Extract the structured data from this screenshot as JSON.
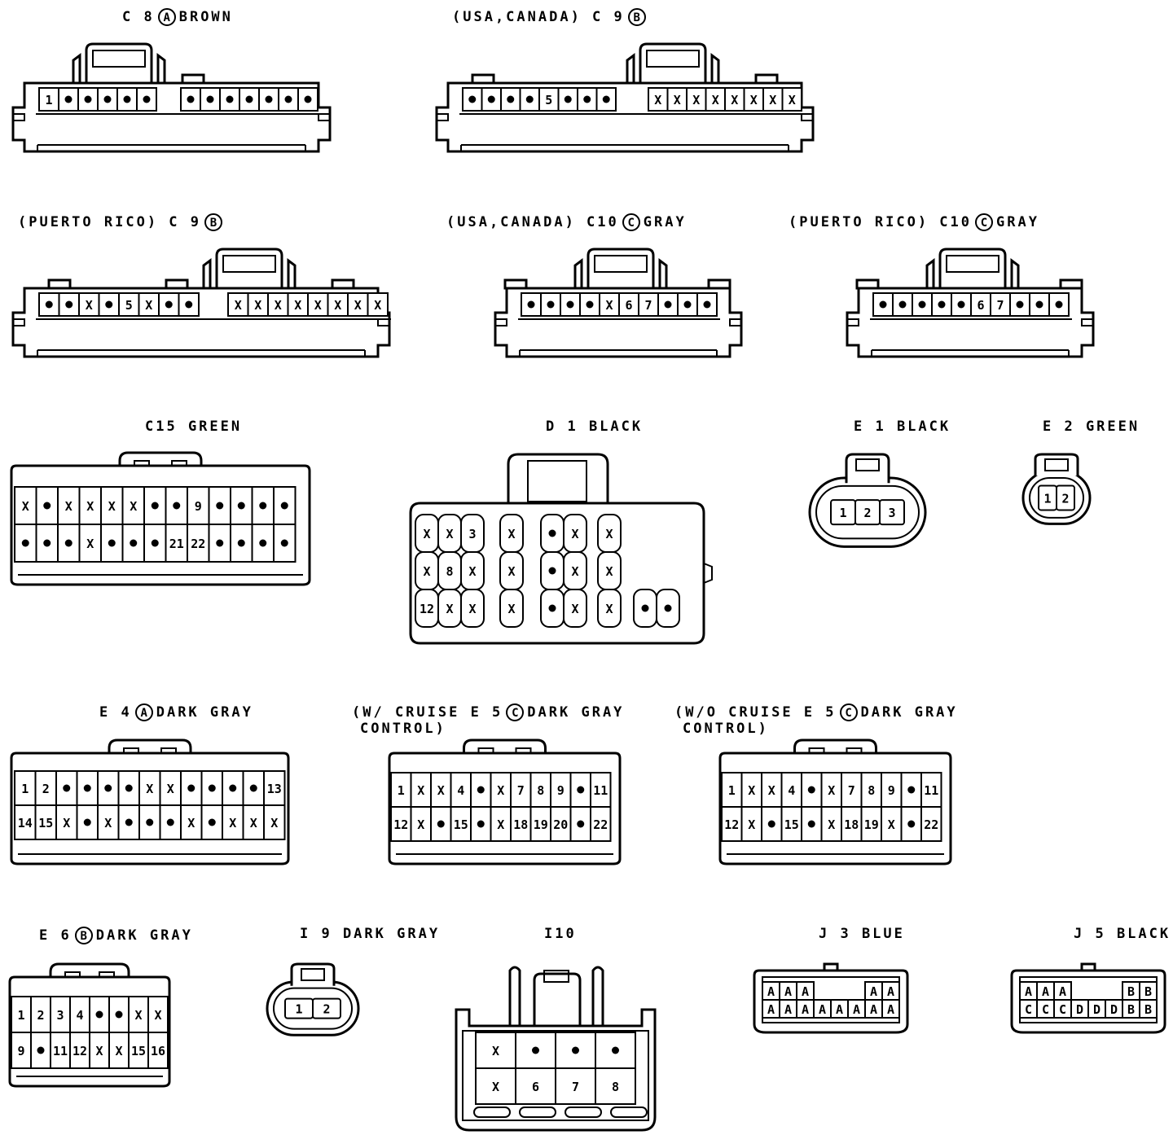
{
  "connectors": [
    {
      "id": "c8a",
      "title": "C 8 (A) BROWN",
      "tpre": "C 8",
      "tcirc": "A",
      "tpost": "BROWN",
      "rows": [
        [
          "1",
          "●",
          "●",
          "●",
          "●",
          "●",
          "",
          "●",
          "●",
          "●",
          "●",
          "●",
          "●",
          "●"
        ]
      ]
    },
    {
      "id": "c9b_usa",
      "title": "(USA,CANADA) C 9 (B)",
      "tpre": "(USA,CANADA) C 9",
      "tcirc": "B",
      "tpost": "",
      "rows": [
        [
          "●",
          "●",
          "●",
          "●",
          "5",
          "●",
          "●",
          "●",
          "",
          "X",
          "X",
          "X",
          "X",
          "X",
          "X",
          "X",
          "X"
        ]
      ]
    },
    {
      "id": "c9b_pr",
      "title": "(PUERTO RICO) C 9 (B)",
      "tpre": "(PUERTO RICO) C 9",
      "tcirc": "B",
      "tpost": "",
      "rows": [
        [
          "●",
          "●",
          "X",
          "●",
          "5",
          "X",
          "●",
          "●",
          "",
          "X",
          "X",
          "X",
          "X",
          "X",
          "X",
          "X",
          "X"
        ]
      ]
    },
    {
      "id": "c10c_usa",
      "title": "(USA,CANADA) C10 (C) GRAY",
      "tpre": "(USA,CANADA) C10",
      "tcirc": "C",
      "tpost": "GRAY",
      "rows": [
        [
          "●",
          "●",
          "●",
          "●",
          "X",
          "6",
          "7",
          "●",
          "●",
          "●"
        ]
      ]
    },
    {
      "id": "c10c_pr",
      "title": "(PUERTO RICO) C10 (C) GRAY",
      "tpre": "(PUERTO RICO) C10",
      "tcirc": "C",
      "tpost": "GRAY",
      "rows": [
        [
          "●",
          "●",
          "●",
          "●",
          "●",
          "6",
          "7",
          "●",
          "●",
          "●"
        ]
      ]
    },
    {
      "id": "c15",
      "title": "C15 GREEN",
      "tpre": "C15 GREEN",
      "tcirc": "",
      "tpost": "",
      "rows": [
        [
          "X",
          "●",
          "X",
          "X",
          "X",
          "X",
          "●",
          "●",
          "9",
          "●",
          "●",
          "●",
          "●"
        ],
        [
          "●",
          "●",
          "●",
          "X",
          "●",
          "●",
          "●",
          "21",
          "22",
          "●",
          "●",
          "●",
          "●"
        ]
      ]
    },
    {
      "id": "d1",
      "title": "D 1 BLACK",
      "tpre": "D 1 BLACK",
      "tcirc": "",
      "tpost": "",
      "rows": [
        [
          "X",
          "X",
          "3",
          "X",
          "●",
          "X",
          "X"
        ],
        [
          "X",
          "8",
          "X",
          "X",
          "●",
          "X",
          "X"
        ],
        [
          "12",
          "X",
          "X",
          "X",
          "●",
          "X",
          "X",
          "●",
          "●"
        ]
      ]
    },
    {
      "id": "e1",
      "title": "E 1 BLACK",
      "tpre": "E 1 BLACK",
      "tcirc": "",
      "tpost": "",
      "rows": [
        [
          "1",
          "2",
          "3"
        ]
      ]
    },
    {
      "id": "e2",
      "title": "E 2 GREEN",
      "tpre": "E 2 GREEN",
      "tcirc": "",
      "tpost": "",
      "rows": [
        [
          "1",
          "2"
        ]
      ]
    },
    {
      "id": "e4a",
      "title": "E 4 (A) DARK GRAY",
      "tpre": "E 4",
      "tcirc": "A",
      "tpost": "DARK GRAY",
      "rows": [
        [
          "1",
          "2",
          "●",
          "●",
          "●",
          "●",
          "X",
          "X",
          "●",
          "●",
          "●",
          "●",
          "13"
        ],
        [
          "14",
          "15",
          "X",
          "●",
          "X",
          "●",
          "●",
          "●",
          "X",
          "●",
          "X",
          "X",
          "X"
        ]
      ]
    },
    {
      "id": "e5c_w",
      "title": "(W/ CRUISE E 5 (C) DARK GRAY CONTROL)",
      "tpre": "(W/ CRUISE E 5",
      "tcirc": "C",
      "tpost": "DARK GRAY",
      "tline2": "CONTROL)",
      "rows": [
        [
          "1",
          "X",
          "X",
          "4",
          "●",
          "X",
          "7",
          "8",
          "9",
          "●",
          "11"
        ],
        [
          "12",
          "X",
          "●",
          "15",
          "●",
          "X",
          "18",
          "19",
          "20",
          "●",
          "22"
        ]
      ]
    },
    {
      "id": "e5c_wo",
      "title": "(W/O CRUISE E 5 (C) DARK GRAY CONTROL)",
      "tpre": "(W/O CRUISE E 5",
      "tcirc": "C",
      "tpost": "DARK GRAY",
      "tline2": "CONTROL)",
      "rows": [
        [
          "1",
          "X",
          "X",
          "4",
          "●",
          "X",
          "7",
          "8",
          "9",
          "●",
          "11"
        ],
        [
          "12",
          "X",
          "●",
          "15",
          "●",
          "X",
          "18",
          "19",
          "X",
          "●",
          "22"
        ]
      ]
    },
    {
      "id": "e6b",
      "title": "E 6 (B) DARK GRAY",
      "tpre": "E 6",
      "tcirc": "B",
      "tpost": "DARK GRAY",
      "rows": [
        [
          "1",
          "2",
          "3",
          "4",
          "●",
          "●",
          "X",
          "X"
        ],
        [
          "9",
          "●",
          "11",
          "12",
          "X",
          "X",
          "15",
          "16"
        ]
      ]
    },
    {
      "id": "i9",
      "title": "I 9 DARK GRAY",
      "tpre": "I 9 DARK GRAY",
      "tcirc": "",
      "tpost": "",
      "rows": [
        [
          "1",
          "2"
        ]
      ]
    },
    {
      "id": "i10",
      "title": "I10",
      "tpre": "I10",
      "tcirc": "",
      "tpost": "",
      "rows": [
        [
          "X",
          "●",
          "●",
          "●"
        ],
        [
          "X",
          "6",
          "7",
          "8"
        ]
      ]
    },
    {
      "id": "j3",
      "title": "J 3 BLUE",
      "tpre": "J 3 BLUE",
      "tcirc": "",
      "tpost": "",
      "rows": [
        [
          "A",
          "A",
          "A",
          "",
          "",
          "",
          "A",
          "A"
        ],
        [
          "A",
          "A",
          "A",
          "A",
          "A",
          "A",
          "A",
          "A"
        ]
      ]
    },
    {
      "id": "j5",
      "title": "J 5 BLACK",
      "tpre": "J 5 BLACK",
      "tcirc": "",
      "tpost": "",
      "rows": [
        [
          "A",
          "A",
          "A",
          "",
          "",
          "",
          "B",
          "B"
        ],
        [
          "C",
          "C",
          "C",
          "D",
          "D",
          "D",
          "B",
          "B"
        ]
      ]
    }
  ]
}
